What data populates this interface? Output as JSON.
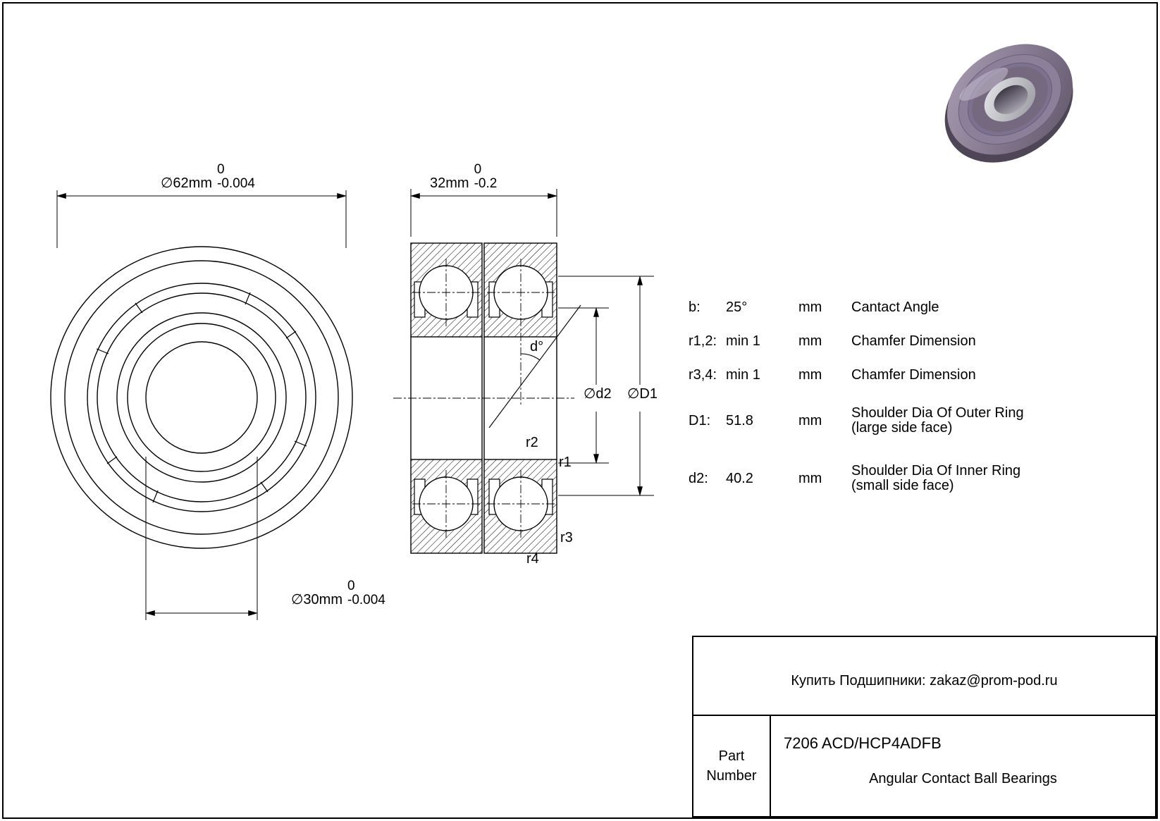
{
  "front_view": {
    "outer_dim": {
      "value": "∅62mm",
      "tol_upper": "0",
      "tol_lower": "-0.004"
    },
    "bore_dim": {
      "value": "∅30mm",
      "tol_upper": "0",
      "tol_lower": "-0.004"
    }
  },
  "section_view": {
    "width_dim": {
      "value": "32mm",
      "tol_upper": "0",
      "tol_lower": "-0.2"
    },
    "contact_angle_label": "d°",
    "d2_label": "∅d2",
    "d1_label": "∅D1",
    "r1_label": "r1",
    "r2_label": "r2",
    "r3_label": "r3",
    "r4_label": "r4"
  },
  "specs": {
    "rows": [
      {
        "param": "b:",
        "value": "25°",
        "unit": "mm",
        "desc1": "Cantact Angle",
        "desc2": ""
      },
      {
        "param": "r1,2:",
        "value": "min 1",
        "unit": "mm",
        "desc1": "Chamfer Dimension",
        "desc2": ""
      },
      {
        "param": "r3,4:",
        "value": "min 1",
        "unit": "mm",
        "desc1": "Chamfer Dimension",
        "desc2": ""
      },
      {
        "param": "D1:",
        "value": "51.8",
        "unit": "mm",
        "desc1": "Shoulder Dia Of Outer Ring",
        "desc2": "(large side face)"
      },
      {
        "param": "d2:",
        "value": "40.2",
        "unit": "mm",
        "desc1": "Shoulder Dia Of Inner Ring",
        "desc2": "(small side face)"
      }
    ]
  },
  "title_block": {
    "contact_line": "Купить Подшипники: zakaz@prom-pod.ru",
    "part_label_line1": "Part",
    "part_label_line2": "Number",
    "part_number": "7206 ACD/HCP4ADFB",
    "bearing_type": "Angular Contact Ball Bearings"
  }
}
